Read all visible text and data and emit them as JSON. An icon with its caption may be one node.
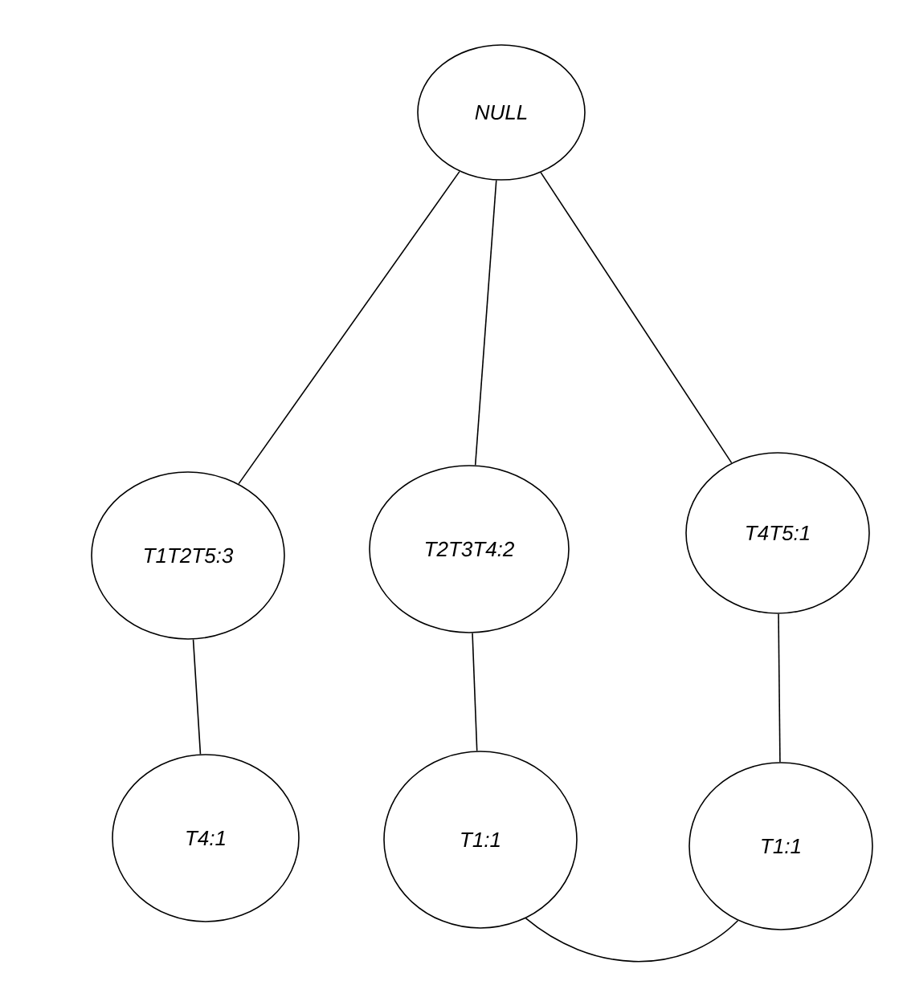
{
  "diagram": {
    "nodes": [
      {
        "text": [
          "NULL"
        ]
      },
      {
        "text": [
          "T1T2T5:3"
        ]
      },
      {
        "text": [
          "T2T3T4:2"
        ]
      },
      {
        "text": [
          "T4T5:1"
        ]
      },
      {
        "text": [
          "T4:1"
        ]
      },
      {
        "text": [
          "T1:1"
        ]
      },
      {
        "text": [
          "T1:1"
        ]
      }
    ],
    "edges": [
      {
        "from": 0,
        "to": 1,
        "arrow": "none"
      },
      {
        "from": 0,
        "to": 2,
        "arrow": "none"
      },
      {
        "from": 0,
        "to": 3,
        "arrow": "none"
      },
      {
        "from": 1,
        "to": 4,
        "arrow": "none"
      },
      {
        "from": 2,
        "to": 5,
        "arrow": "none"
      },
      {
        "from": 3,
        "to": 6,
        "arrow": "none"
      },
      {
        "from": 5,
        "to": 6,
        "arrow": "none"
      }
    ]
  }
}
